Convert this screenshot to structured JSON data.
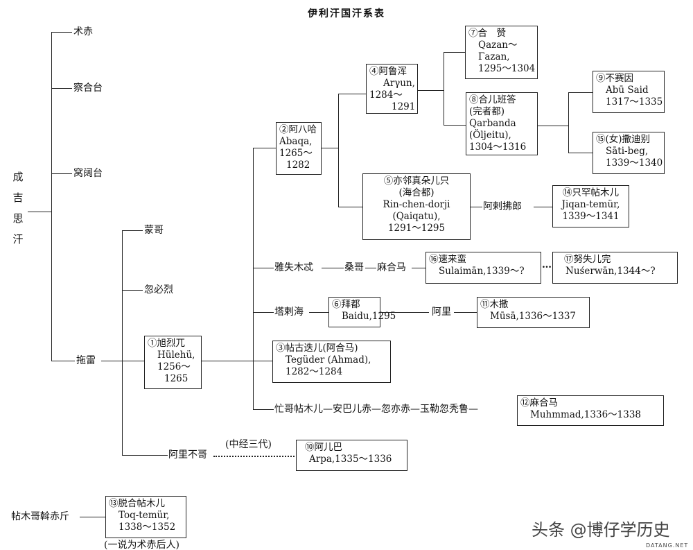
{
  "title": "伊利汗国汗系表",
  "root": "成吉思汗",
  "sons": [
    "术赤",
    "察合台",
    "窝阔台",
    "拖雷"
  ],
  "tolui_sons": [
    "蒙哥",
    "忽必烈",
    "阿里不哥"
  ],
  "khans": {
    "k1": {
      "name": "①旭烈兀",
      "latin": "Hülehü,",
      "years1": "1256～",
      "years2": "1265"
    },
    "k2": {
      "name": "②阿八哈",
      "latin": "Abaqa,",
      "years1": "1265～",
      "years2": "1282"
    },
    "k3": {
      "name": "③帖古迭儿(阿合马)",
      "latin": "Tegüder (Ahmad),",
      "years1": "1282～1284"
    },
    "k4": {
      "name": "④阿鲁浑",
      "latin": "Arγun,",
      "years1": "1284～",
      "years2": "1291"
    },
    "k5": {
      "name": "⑤亦邻真朵儿只",
      "alt": "(海合都)",
      "latin": "Rin-chen-dorji",
      "latin2": "(Qaiqatu),",
      "years1": "1291～1295"
    },
    "k6": {
      "name": "⑥拜都",
      "latin": "Baidu,1295"
    },
    "k7": {
      "name": "⑦合　赞",
      "latin": "Qazan～",
      "latin2": "Γazan,",
      "years1": "1295～1304"
    },
    "k8": {
      "name": "⑧合儿班答",
      "alt": "(完者都)",
      "latin": "Qarbanda",
      "latin2": "(Öljeitu),",
      "years1": "1304～1316"
    },
    "k9": {
      "name": "⑨不赛因",
      "latin": "Abū Said",
      "years1": "1317～1335"
    },
    "k10": {
      "name": "⑩阿儿巴",
      "latin": "Arpa,1335～1336"
    },
    "k11": {
      "name": "⑪木撒",
      "latin": "Mūsā,1336～1337"
    },
    "k12": {
      "name": "⑫麻合马",
      "latin": "Muhmmad,1336～1338"
    },
    "k13": {
      "name": "⑬脱合帖木儿",
      "latin": "Toq-temür,",
      "years1": "1338～1352"
    },
    "k14": {
      "name": "⑭只罕帖木儿",
      "latin": "Jiqan-temür,",
      "years1": "1339～1341"
    },
    "k15": {
      "name": "⑮(女)撒迪别",
      "latin": "Sāti-beg,",
      "years1": "1339～1340"
    },
    "k16": {
      "name": "⑯速来蛮",
      "latin": "Sulaimān,1339～?"
    },
    "k17": {
      "name": "⑰努失儿完",
      "latin": "Nuśerwān,1344～?"
    }
  },
  "links": {
    "alafulang": "阿剌拂郎",
    "yashimute": "雅失木忒",
    "sangge": "桑哥",
    "mahema": "麻合马",
    "ellipsis": "…",
    "talahai": "塔剌海",
    "ali": "阿里",
    "mangge_chain": "忙哥帖木儿—安巴儿赤—忽亦赤—玉勒忽秃鲁—",
    "zhongjing": "(中经三代)",
    "temuge": "帖木哥斡赤斤",
    "note13": "(一说为术赤后人)"
  },
  "watermark": "头条 @博仔学历史",
  "site": "DATANG.NET"
}
